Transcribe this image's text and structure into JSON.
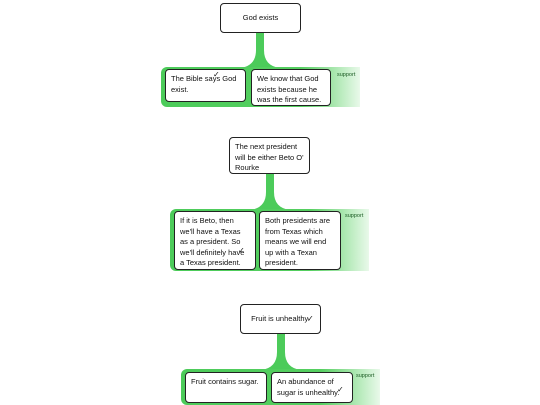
{
  "colors": {
    "support": "#4ccb5a",
    "node_border": "#222222"
  },
  "arguments": [
    {
      "claim": "God exists",
      "support_label": "support",
      "reasons": [
        "The Bible says God exist.",
        "We know that God exists because he was the first cause."
      ]
    },
    {
      "claim": "The next president will be either Beto O' Rourke",
      "support_label": "support",
      "reasons": [
        "If it is Beto, then we'll have a Texas as a president. So we'll definitely have a Texas president.",
        "Both presidents are from Texas which means we will end up with a Texan president."
      ]
    },
    {
      "claim": "Fruit is unhealthy.",
      "support_label": "support",
      "reasons": [
        "Fruit contains sugar.",
        "An abundance of sugar is unhealthy."
      ]
    }
  ]
}
